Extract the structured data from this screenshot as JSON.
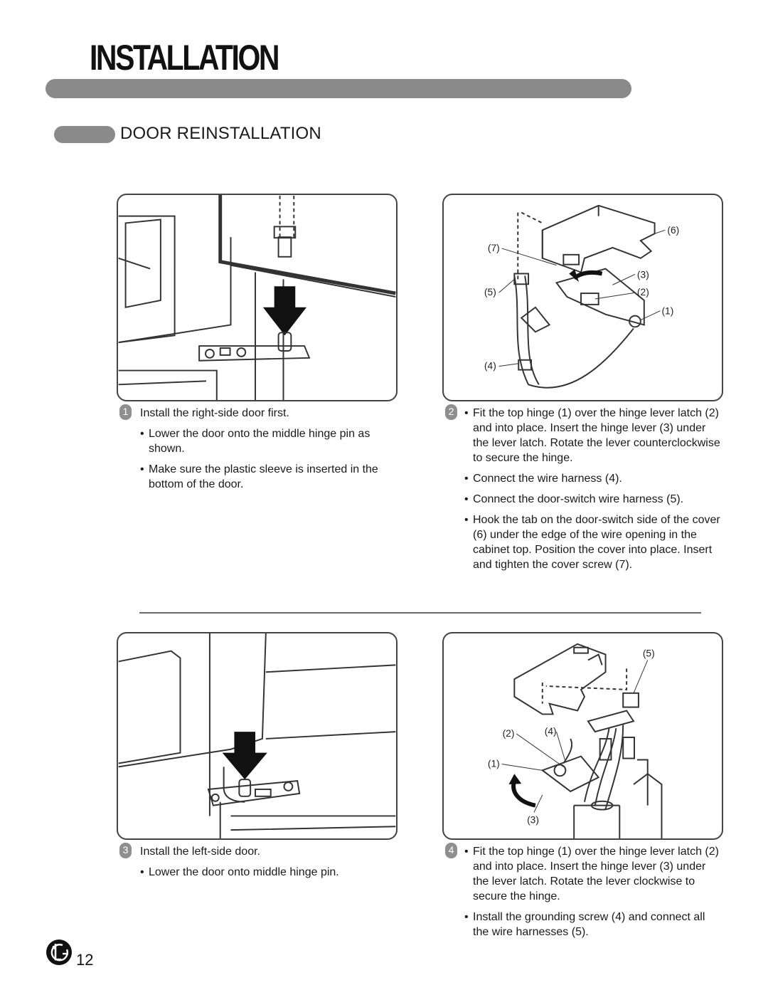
{
  "header": {
    "page_title": "INSTALLATION",
    "section_title": "DOOR REINSTALLATION"
  },
  "steps": [
    {
      "number": "1",
      "heading": "Install the right-side door first.",
      "bullets": [
        "Lower the door onto the middle hinge pin as shown.",
        "Make sure the plastic sleeve is inserted in the bottom of the door."
      ]
    },
    {
      "number": "2",
      "heading": "",
      "bullets": [
        "Fit the top hinge (1) over the hinge lever latch (2) and into place. Insert the hinge lever (3) under the lever latch. Rotate the lever counterclockwise to secure the hinge.",
        "Connect the wire harness (4).",
        "Connect the door-switch wire harness (5).",
        "Hook the tab on the door-switch side of the cover (6) under the edge of the wire opening in the cabinet top. Position the cover into place. Insert and tighten the cover screw (7)."
      ]
    },
    {
      "number": "3",
      "heading": "Install the left-side door.",
      "bullets": [
        "Lower the door onto middle hinge pin."
      ]
    },
    {
      "number": "4",
      "heading": "",
      "bullets": [
        "Fit the top hinge (1) over the hinge lever latch (2) and into place. Insert the hinge lever (3) under the lever latch. Rotate the lever clockwise to secure the hinge.",
        "Install the grounding screw (4) and connect all the wire harnesses (5)."
      ]
    }
  ],
  "figure2_callouts": [
    "(6)",
    "(7)",
    "(3)",
    "(5)",
    "(2)",
    "(1)",
    "(4)"
  ],
  "figure4_callouts": [
    "(5)",
    "(2)",
    "(4)",
    "(1)",
    "(3)"
  ],
  "footer": {
    "logo_text": "LG",
    "page_number": "12"
  },
  "colors": {
    "bar_gray": "#8a8a8a",
    "step_badge": "#8f8f8f",
    "line": "#333333"
  }
}
